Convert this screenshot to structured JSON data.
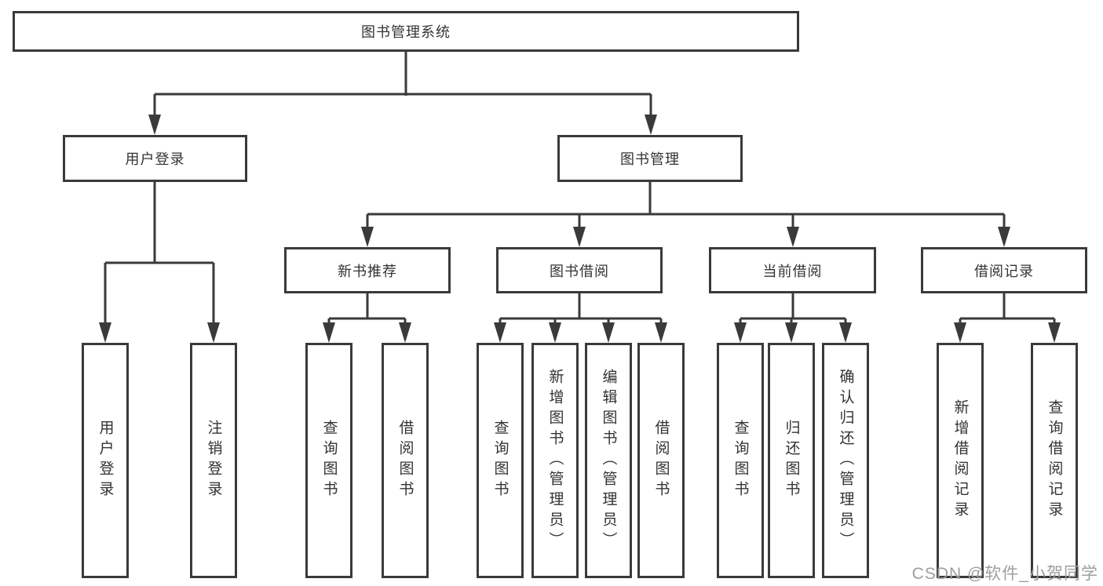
{
  "diagram": {
    "root": {
      "label": "图书管理系统"
    },
    "branches": {
      "user_login": {
        "label": "用户登录",
        "children": [
          {
            "label": "用户登录"
          },
          {
            "label": "注销登录"
          }
        ]
      },
      "book_management": {
        "label": "图书管理",
        "sections": [
          {
            "label": "新书推荐",
            "children": [
              {
                "label": "查询图书"
              },
              {
                "label": "借阅图书"
              }
            ]
          },
          {
            "label": "图书借阅",
            "children": [
              {
                "label": "查询图书"
              },
              {
                "label": "新增图书（管理员）"
              },
              {
                "label": "编辑图书（管理员）"
              },
              {
                "label": "借阅图书"
              }
            ]
          },
          {
            "label": "当前借阅",
            "children": [
              {
                "label": "查询图书"
              },
              {
                "label": "归还图书"
              },
              {
                "label": "确认归还（管理员）"
              }
            ]
          },
          {
            "label": "借阅记录",
            "children": [
              {
                "label": "新增借阅记录"
              },
              {
                "label": "查询借阅记录"
              }
            ]
          }
        ]
      }
    }
  },
  "watermark": {
    "text": "CSDN @软件_小贺同学"
  },
  "colors": {
    "line": "#3a3a3a",
    "text": "#333333",
    "watermark": "#9e9e9e",
    "background": "#ffffff"
  }
}
